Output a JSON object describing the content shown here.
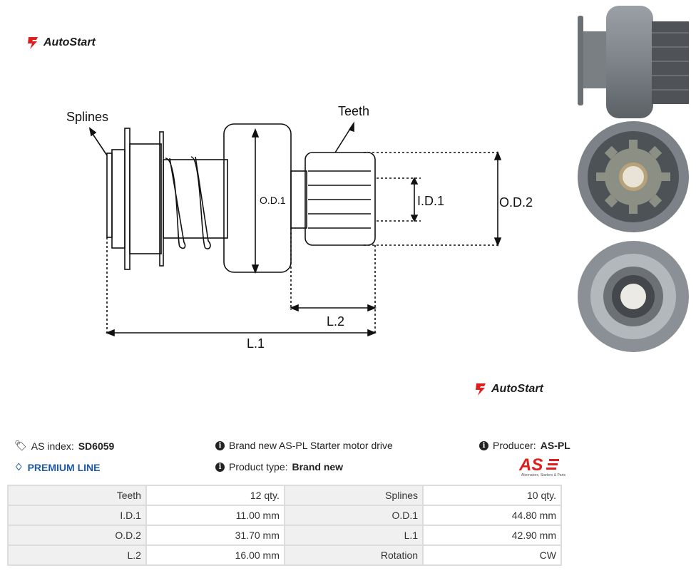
{
  "brand": {
    "name": "AutoStart",
    "accent": "#e01e1e"
  },
  "diagram": {
    "labels": {
      "splines": "Splines",
      "teeth": "Teeth",
      "od1": "O.D.1",
      "id1": "I.D.1",
      "od2": "O.D.2",
      "l2": "L.2",
      "l1": "L.1"
    }
  },
  "info": {
    "index_label": "AS index:",
    "index_value": "SD6059",
    "premium": "PREMIUM LINE",
    "description": "Brand new AS-PL Starter motor drive",
    "product_type_label": "Product type:",
    "product_type_value": "Brand new",
    "producer_label": "Producer:",
    "producer_value": "AS-PL",
    "producer_logo_text": "AS",
    "producer_tagline": "Alternators, Starters & Parts"
  },
  "specs": [
    {
      "k1": "Teeth",
      "v1": "12 qty.",
      "k2": "Splines",
      "v2": "10 qty."
    },
    {
      "k1": "I.D.1",
      "v1": "11.00 mm",
      "k2": "O.D.1",
      "v2": "44.80 mm"
    },
    {
      "k1": "O.D.2",
      "v1": "31.70 mm",
      "k2": "L.1",
      "v2": "42.90 mm"
    },
    {
      "k1": "L.2",
      "v1": "16.00 mm",
      "k2": "Rotation",
      "v2": "CW"
    }
  ]
}
